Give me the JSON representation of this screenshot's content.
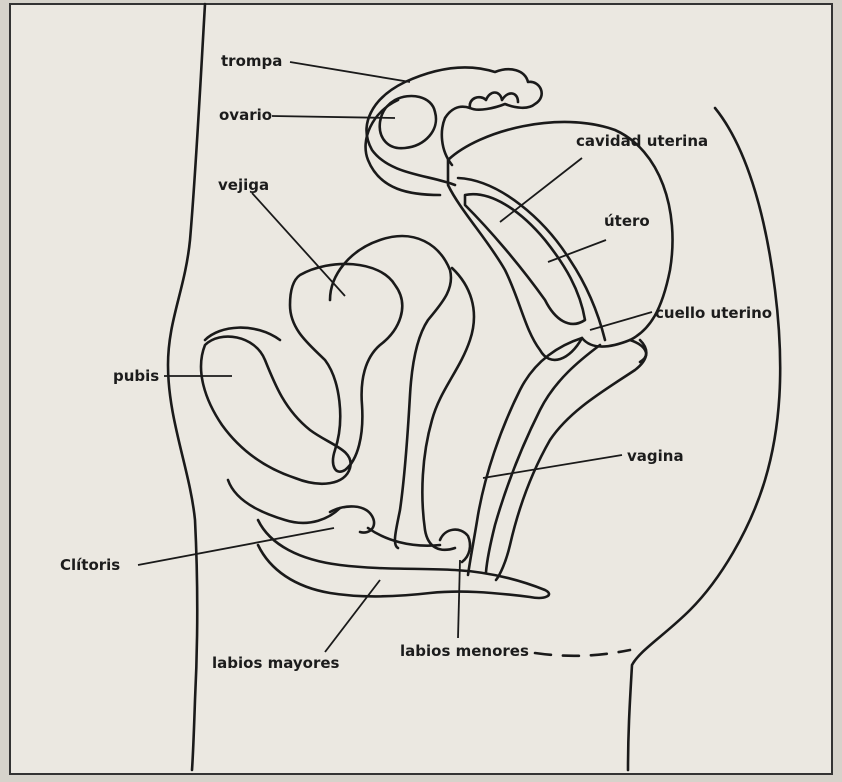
{
  "labels": {
    "trompa": "trompa",
    "ovario": "ovario",
    "cavidad_uterina": "cavidad uterina",
    "vejiga": "vejiga",
    "utero": "útero",
    "cuello_uterino": "cuello uterino",
    "pubis": "pubis",
    "vagina": "vagina",
    "clitoris": "Clítoris",
    "labios_menores": "labios menores",
    "labios_mayores": "labios mayores"
  },
  "colors": {
    "paper": "#ece9e2",
    "ink": "#1a1a1a",
    "background": "#d9d6cf"
  }
}
